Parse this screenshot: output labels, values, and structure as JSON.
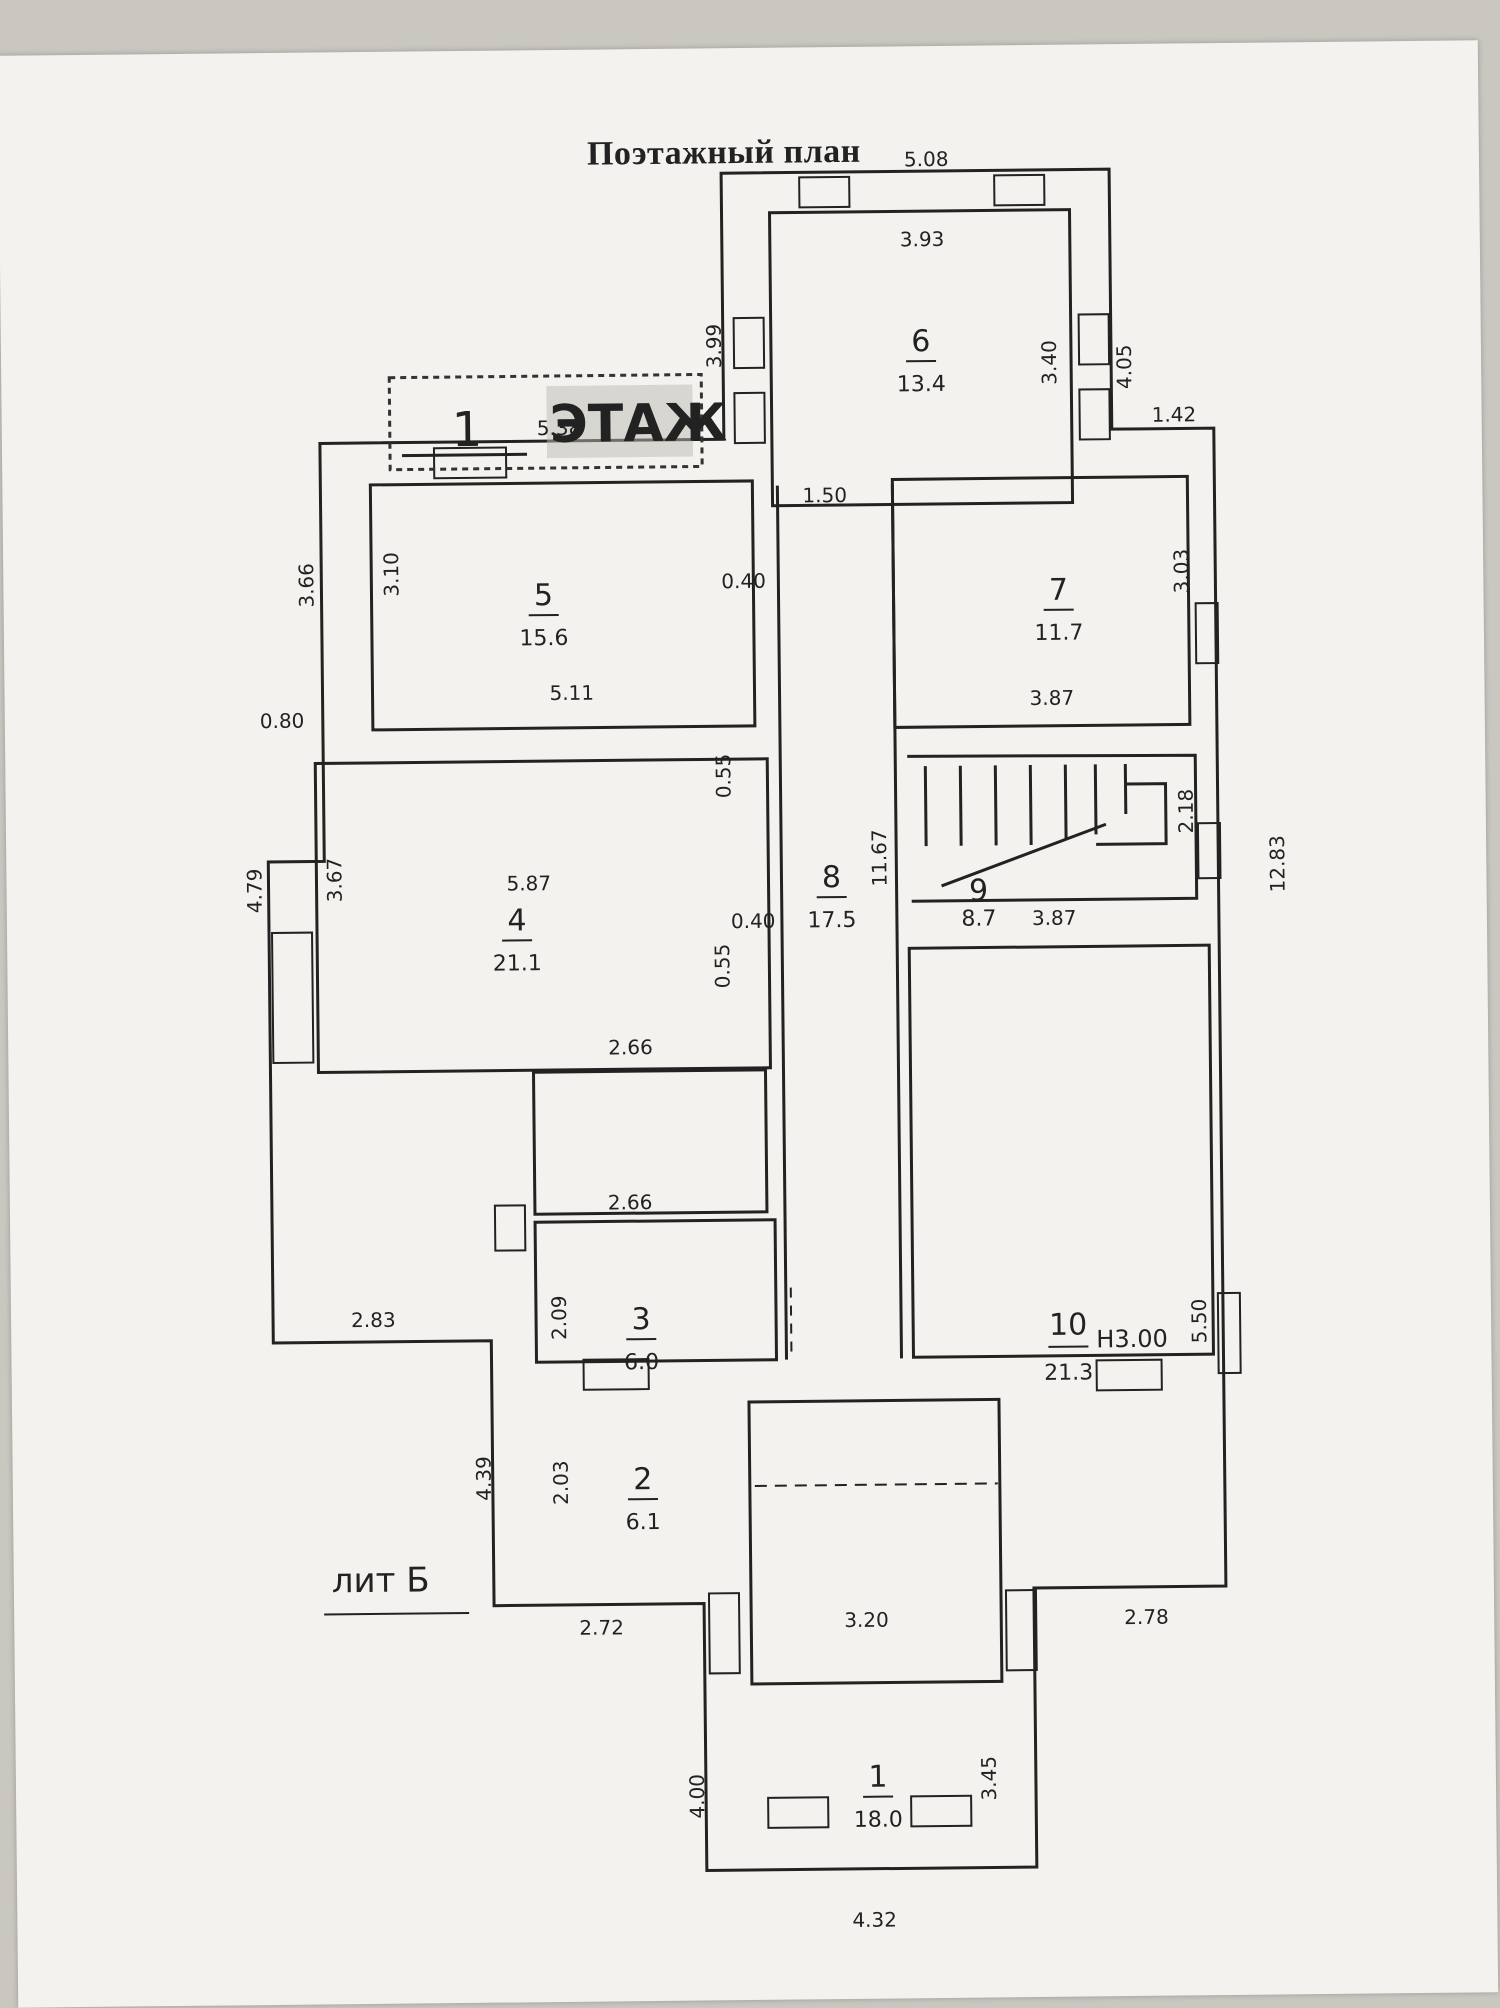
{
  "title": "Поэтажный план",
  "stamp": {
    "number": "1",
    "text": "ЭТАЖ"
  },
  "litera": "лит Б",
  "height_label": "H3.00",
  "rooms": [
    {
      "num": "1",
      "area": "18.0"
    },
    {
      "num": "2",
      "area": "6.1"
    },
    {
      "num": "3",
      "area": "6.0"
    },
    {
      "num": "4",
      "area": "21.1"
    },
    {
      "num": "5",
      "area": "15.6"
    },
    {
      "num": "6",
      "area": "13.4"
    },
    {
      "num": "7",
      "area": "11.7"
    },
    {
      "num": "8",
      "area": "17.5"
    },
    {
      "num": "9",
      "area": "8.7"
    },
    {
      "num": "10",
      "area": "21.3"
    }
  ],
  "dimensions": {
    "top_outer": "5.08",
    "r6_width": "3.93",
    "r6_left": "3.99",
    "r6_inner": "3.40",
    "r6_outer": "4.05",
    "top_left": "5.38",
    "right_step": "1.42",
    "corridor_top": "1.50",
    "r5_left_outer": "3.66",
    "r5_left": "3.10",
    "r5_bottom": "5.11",
    "wall_040_a": "0.40",
    "r7_right": "3.03",
    "r7_bottom": "3.87",
    "step_left": "0.80",
    "r4_left_outer": "4.79",
    "r4_left": "3.67",
    "r4_width": "5.87",
    "wall_055_a": "0.55",
    "wall_055_b": "0.55",
    "wall_040_b": "0.40",
    "corridor_len": "11.67",
    "stair_h": "2.18",
    "right_total": "12.83",
    "r10_top": "3.87",
    "r10_right": "5.50",
    "r3_top": "2.66",
    "r3_left": "2.09",
    "r2_top": "2.66",
    "r2_left": "2.03",
    "bottom_left_out": "2.83",
    "lower_left": "4.39",
    "bottom_left": "2.72",
    "r1_top": "3.20",
    "bottom_right": "2.78",
    "r1_left": "4.00",
    "r1_right": "3.45",
    "r1_bottom": "4.32"
  }
}
